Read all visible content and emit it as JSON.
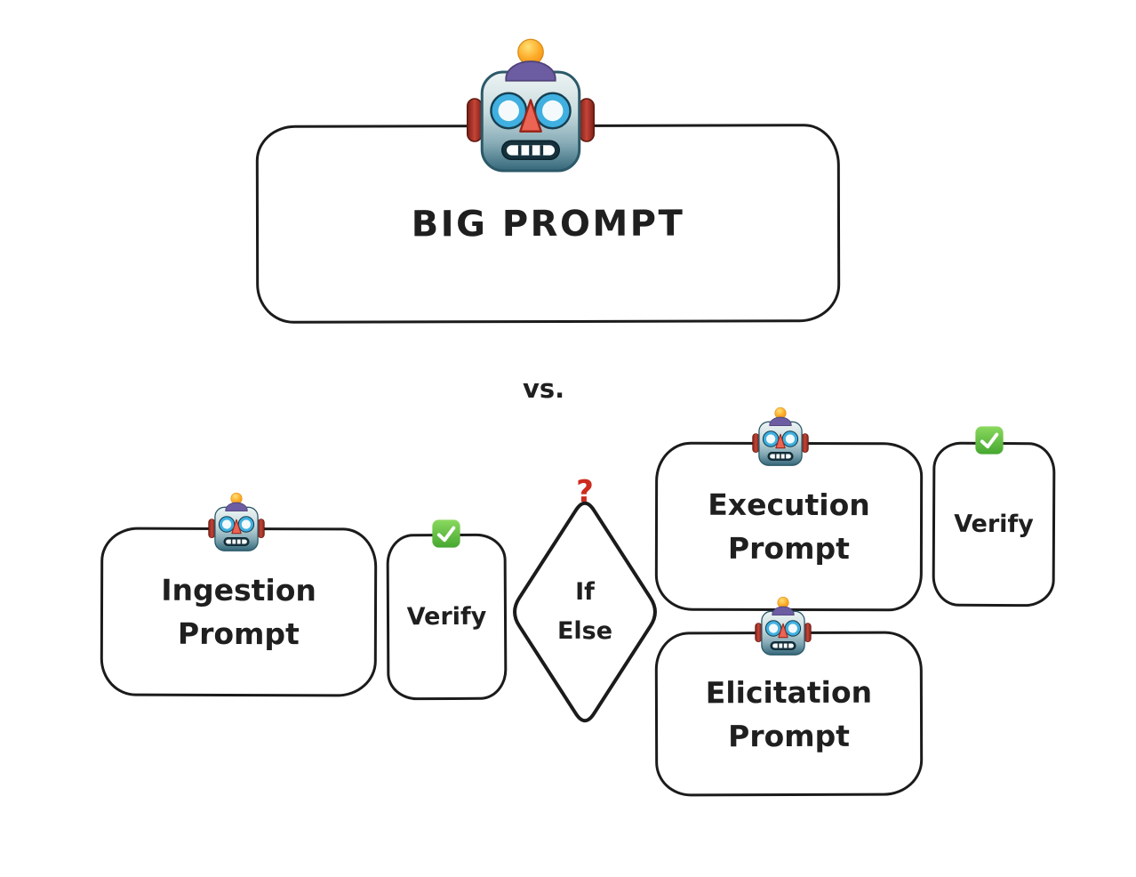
{
  "colors": {
    "background": "#ffffff",
    "stroke": "#1b1b1b",
    "text": "#1f1f1f",
    "question_mark_red": "#cc2b1d",
    "check_green": "#46a730",
    "robot_head_teal": "#34677a",
    "robot_antenna_orange": "#fdaa28",
    "robot_ear_red": "#c44438"
  },
  "icons": {
    "robot": "robot-face-emoji",
    "verify_check": "white-check-mark-emoji"
  },
  "big_prompt_box": {
    "label": "BIG PROMPT"
  },
  "vs_divider": {
    "label": "vs."
  },
  "pipeline": {
    "ingestion_box": {
      "line1": "Ingestion",
      "line2": "Prompt"
    },
    "verify_ingestion_box": {
      "label": "Verify"
    },
    "decision_diamond": {
      "question_mark": "?",
      "line1": "If",
      "line2": "Else"
    },
    "execution_box": {
      "line1": "Execution",
      "line2": "Prompt"
    },
    "verify_execution_box": {
      "label": "Verify"
    },
    "elicitation_box": {
      "line1": "Elicitation",
      "line2": "Prompt"
    }
  }
}
